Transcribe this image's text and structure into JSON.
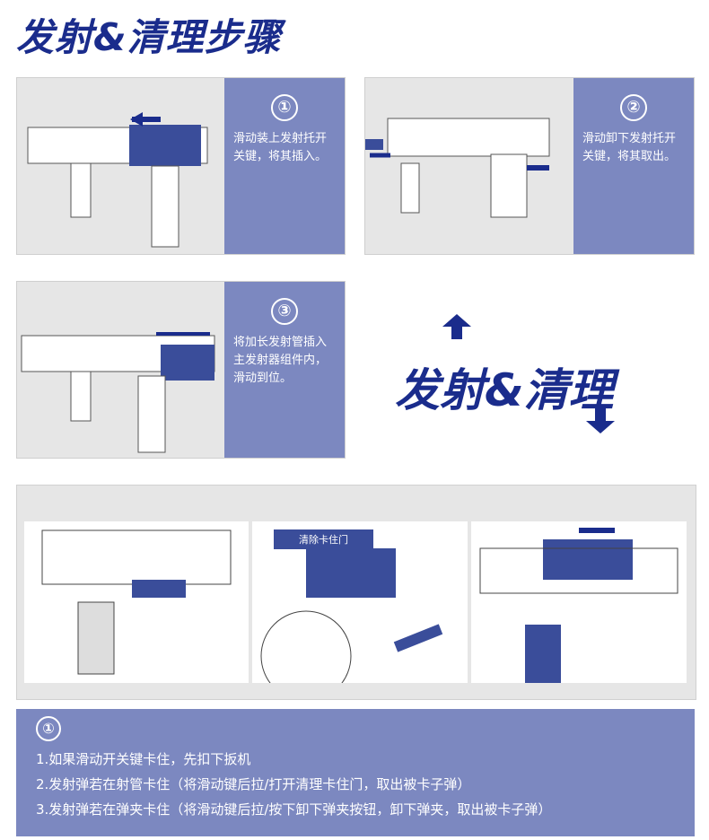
{
  "page_title": "发射&清理步骤",
  "steps": [
    {
      "num": "①",
      "text": "滑动装上发射托开关键，将其插入。"
    },
    {
      "num": "②",
      "text": "滑动卸下发射托开关键，将其取出。"
    },
    {
      "num": "③",
      "text": "将加长发射管插入主发射器组件内，滑动到位。"
    }
  ],
  "mid_title": "发射&清理",
  "bottom": {
    "tag": "清除卡住门",
    "note_num": "①",
    "lines": [
      "1.如果滑动开关键卡住，先扣下扳机",
      "2.发射弹若在射管卡住（将滑动键后拉/打开清理卡住门，取出被卡子弹）",
      "3.发射弹若在弹夹卡住（将滑动键后拉/按下卸下弹夹按钮，卸下弹夹，取出被卡子弹）"
    ]
  },
  "colors": {
    "accent": "#1a2c8c",
    "panel_side": "#7c88c0"
  }
}
